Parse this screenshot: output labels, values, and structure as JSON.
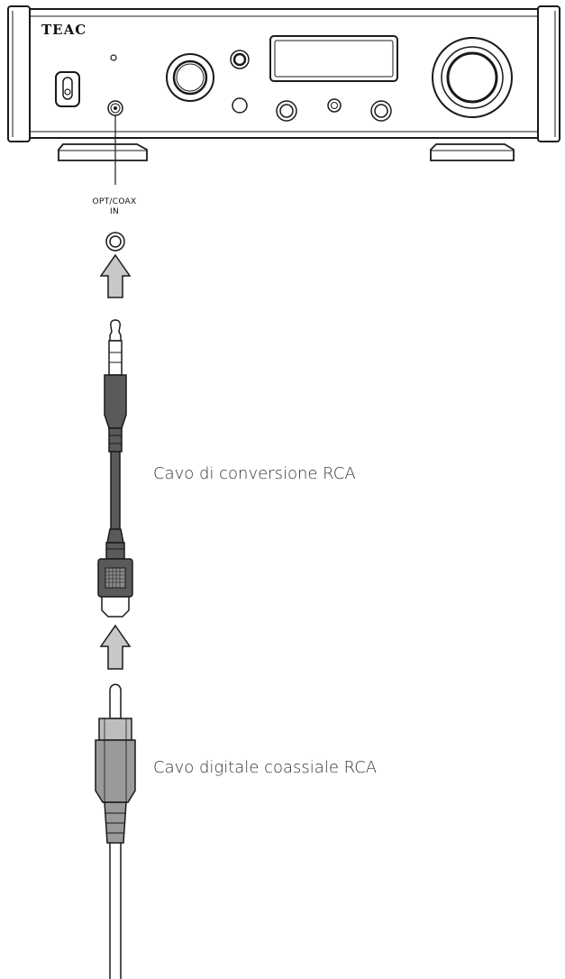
{
  "device": {
    "brand": "TEAC"
  },
  "jack_label": {
    "line1": "OPT/COAX",
    "line2": "IN"
  },
  "cables": {
    "conversion_label": "Cavo di conversione RCA",
    "coaxial_label": "Cavo digitale coassiale RCA"
  },
  "colors": {
    "line": "#1a1a1a",
    "cable_dark": "#5a5a5a",
    "cable_mid": "#9a9a9a",
    "arrow_fill": "#c8c8c8",
    "connector_light": "#bdbdbd"
  }
}
